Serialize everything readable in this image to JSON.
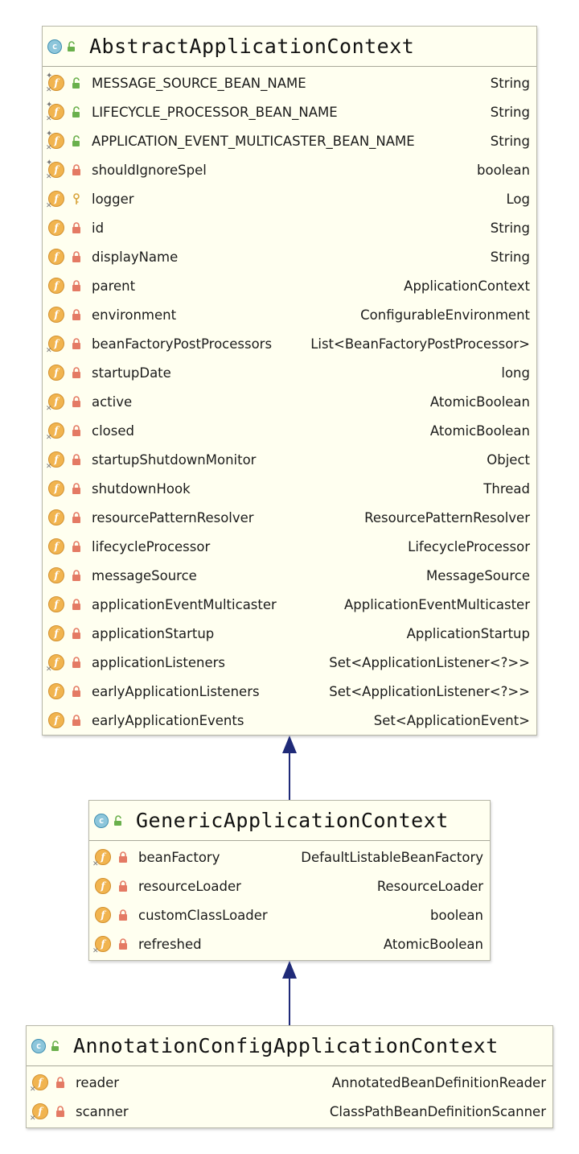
{
  "classes": [
    {
      "name": "AbstractApplicationContext",
      "fields": [
        {
          "name": "MESSAGE_SOURCE_BEAN_NAME",
          "type": "String",
          "visibility": "public",
          "static": true,
          "final": true
        },
        {
          "name": "LIFECYCLE_PROCESSOR_BEAN_NAME",
          "type": "String",
          "visibility": "public",
          "static": true,
          "final": true
        },
        {
          "name": "APPLICATION_EVENT_MULTICASTER_BEAN_NAME",
          "type": "String",
          "visibility": "public",
          "static": true,
          "final": true
        },
        {
          "name": "shouldIgnoreSpel",
          "type": "boolean",
          "visibility": "private",
          "static": true,
          "final": true
        },
        {
          "name": "logger",
          "type": "Log",
          "visibility": "protected",
          "static": false,
          "final": true
        },
        {
          "name": "id",
          "type": "String",
          "visibility": "private",
          "static": false,
          "final": false
        },
        {
          "name": "displayName",
          "type": "String",
          "visibility": "private",
          "static": false,
          "final": false
        },
        {
          "name": "parent",
          "type": "ApplicationContext",
          "visibility": "private",
          "static": false,
          "final": false
        },
        {
          "name": "environment",
          "type": "ConfigurableEnvironment",
          "visibility": "private",
          "static": false,
          "final": false
        },
        {
          "name": "beanFactoryPostProcessors",
          "type": "List<BeanFactoryPostProcessor>",
          "visibility": "private",
          "static": false,
          "final": true
        },
        {
          "name": "startupDate",
          "type": "long",
          "visibility": "private",
          "static": false,
          "final": false
        },
        {
          "name": "active",
          "type": "AtomicBoolean",
          "visibility": "private",
          "static": false,
          "final": true
        },
        {
          "name": "closed",
          "type": "AtomicBoolean",
          "visibility": "private",
          "static": false,
          "final": true
        },
        {
          "name": "startupShutdownMonitor",
          "type": "Object",
          "visibility": "private",
          "static": false,
          "final": true
        },
        {
          "name": "shutdownHook",
          "type": "Thread",
          "visibility": "private",
          "static": false,
          "final": false
        },
        {
          "name": "resourcePatternResolver",
          "type": "ResourcePatternResolver",
          "visibility": "private",
          "static": false,
          "final": false
        },
        {
          "name": "lifecycleProcessor",
          "type": "LifecycleProcessor",
          "visibility": "private",
          "static": false,
          "final": false
        },
        {
          "name": "messageSource",
          "type": "MessageSource",
          "visibility": "private",
          "static": false,
          "final": false
        },
        {
          "name": "applicationEventMulticaster",
          "type": "ApplicationEventMulticaster",
          "visibility": "private",
          "static": false,
          "final": false
        },
        {
          "name": "applicationStartup",
          "type": "ApplicationStartup",
          "visibility": "private",
          "static": false,
          "final": false
        },
        {
          "name": "applicationListeners",
          "type": "Set<ApplicationListener<?>>",
          "visibility": "private",
          "static": false,
          "final": true
        },
        {
          "name": "earlyApplicationListeners",
          "type": "Set<ApplicationListener<?>>",
          "visibility": "private",
          "static": false,
          "final": false
        },
        {
          "name": "earlyApplicationEvents",
          "type": "Set<ApplicationEvent>",
          "visibility": "private",
          "static": false,
          "final": false
        }
      ]
    },
    {
      "name": "GenericApplicationContext",
      "fields": [
        {
          "name": "beanFactory",
          "type": "DefaultListableBeanFactory",
          "visibility": "private",
          "static": false,
          "final": true
        },
        {
          "name": "resourceLoader",
          "type": "ResourceLoader",
          "visibility": "private",
          "static": false,
          "final": false
        },
        {
          "name": "customClassLoader",
          "type": "boolean",
          "visibility": "private",
          "static": false,
          "final": false
        },
        {
          "name": "refreshed",
          "type": "AtomicBoolean",
          "visibility": "private",
          "static": false,
          "final": true
        }
      ]
    },
    {
      "name": "AnnotationConfigApplicationContext",
      "fields": [
        {
          "name": "reader",
          "type": "AnnotatedBeanDefinitionReader",
          "visibility": "private",
          "static": false,
          "final": true
        },
        {
          "name": "scanner",
          "type": "ClassPathBeanDefinitionScanner",
          "visibility": "private",
          "static": false,
          "final": true
        }
      ]
    }
  ],
  "relations": [
    {
      "from": "GenericApplicationContext",
      "to": "AbstractApplicationContext",
      "kind": "extends"
    },
    {
      "from": "AnnotationConfigApplicationContext",
      "to": "GenericApplicationContext",
      "kind": "extends"
    }
  ],
  "colors": {
    "box_fill": "#fffff0",
    "box_border": "#b7b7a8",
    "field_icon": "#f1b44f",
    "class_icon": "#8dc6db",
    "lock": "#e47a64",
    "public_vis": "#6ab04c",
    "arrow": "#1f2a78"
  },
  "icons": {
    "class": "class-c-icon",
    "field": "field-f-icon",
    "public": "unlocked-icon",
    "private": "lock-icon",
    "protected": "key-icon"
  }
}
